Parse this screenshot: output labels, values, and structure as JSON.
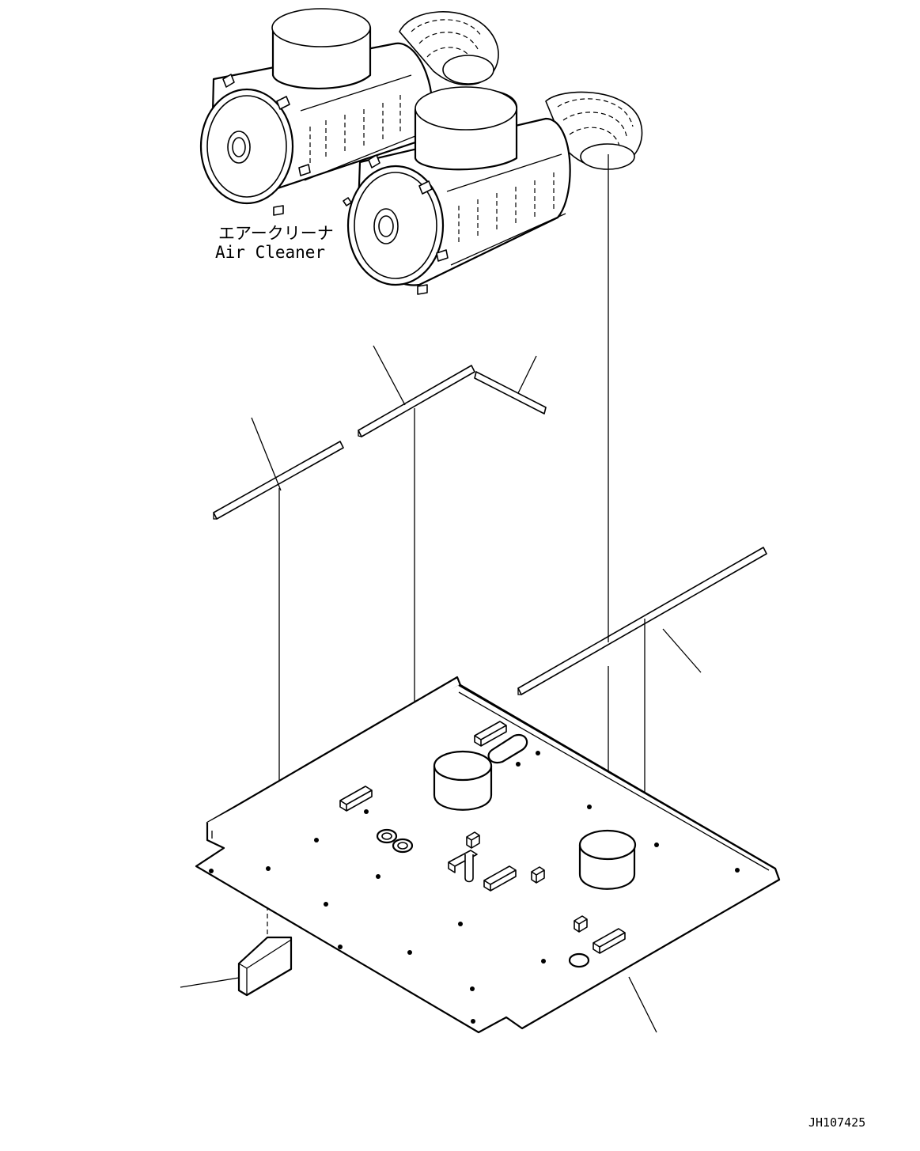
{
  "labels": {
    "air_cleaner_jp": "エアークリーナ",
    "air_cleaner_en": "Air Cleaner",
    "drawing_code": "JH107425"
  }
}
